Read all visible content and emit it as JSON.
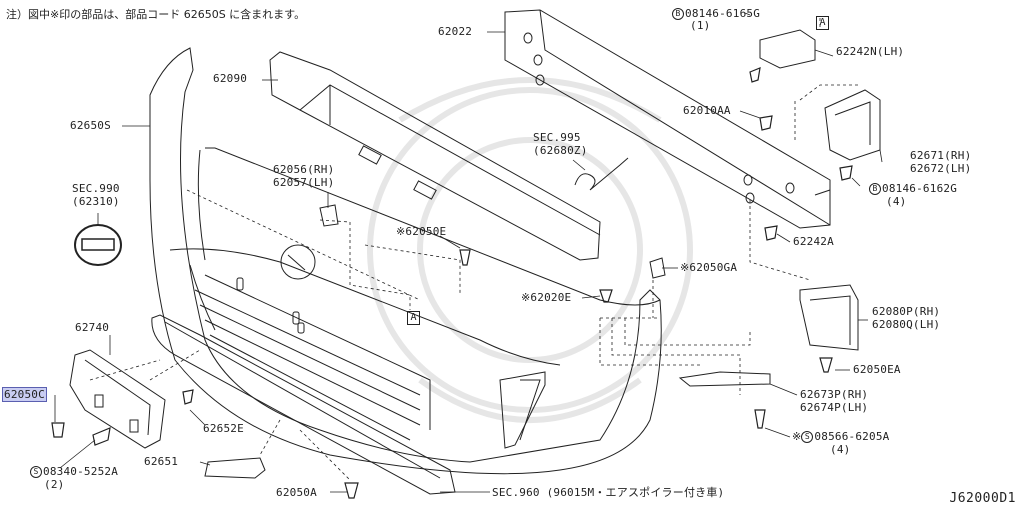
{
  "note": "注）図中※印の部品は、部品コード 62650S に含まれます。",
  "diagram_code": "J62000D1",
  "box_letter": "A",
  "bolt_prefix": "B",
  "screw_prefix": "S",
  "mark": "※",
  "colors": {
    "highlight": "#c9cdf2",
    "line": "#222222",
    "watermark": "#e6e6e6"
  },
  "parts": {
    "p62022": "62022",
    "p62090": "62090",
    "p62650S": "62650S",
    "sec990": "SEC.990",
    "sec990_sub": "(62310)",
    "p62056": "62056(RH)",
    "p62057": "62057(LH)",
    "sec995": "SEC.995",
    "sec995_sub": "(62680Z)",
    "p62050E": "62050E",
    "p62740": "62740",
    "p62050C": "62050C",
    "p62652E": "62652E",
    "p62651": "62651",
    "screw1": "08340-5252A",
    "screw1_qty": "(2)",
    "p62050A": "62050A",
    "sec960": "SEC.960 (96015M・エアスポイラー付き車)",
    "bolt1": "08146-6165G",
    "bolt1_qty": "(1)",
    "p62242N": "62242N(LH)",
    "p62010AA": "62010AA",
    "p62671": "62671(RH)",
    "p62672": "62672(LH)",
    "bolt2": "08146-6162G",
    "bolt2_qty": "(4)",
    "p62242A": "62242A",
    "p62050GA": "62050GA",
    "p62020E": "62020E",
    "p62080P": "62080P(RH)",
    "p62080Q": "62080Q(LH)",
    "p62050EA": "62050EA",
    "p62673P": "62673P(RH)",
    "p62674P": "62674P(LH)",
    "screw2": "08566-6205A",
    "screw2_qty": "(4)"
  }
}
